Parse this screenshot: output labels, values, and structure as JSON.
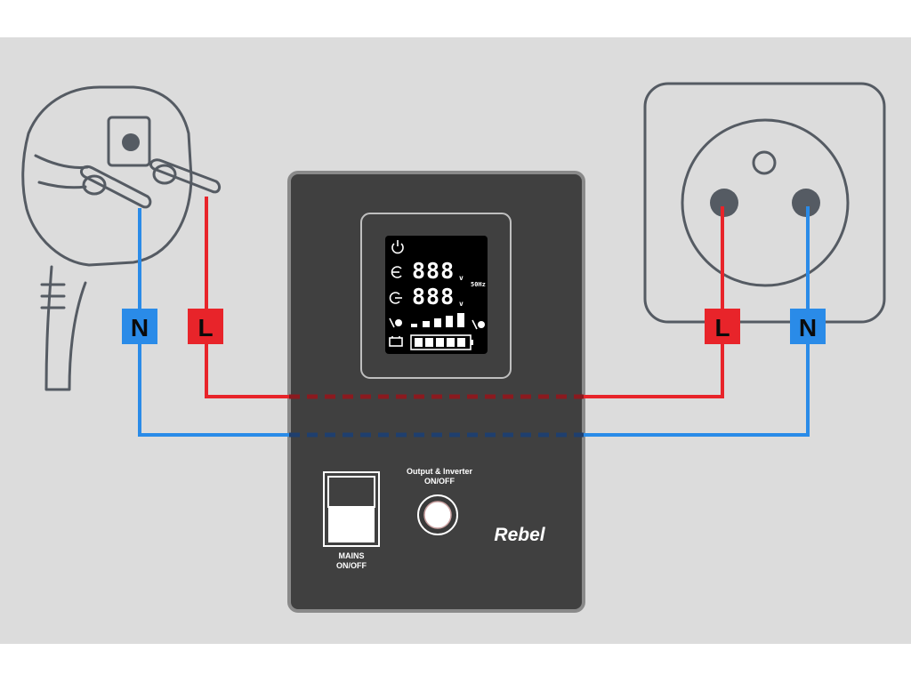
{
  "terminals": {
    "plug_neutral": "N",
    "plug_live": "L",
    "socket_live": "L",
    "socket_neutral": "N"
  },
  "lcd": {
    "input_digits": "888",
    "input_unit": "v",
    "output_digits": "888",
    "output_unit": "v",
    "frequency": "50Hz"
  },
  "panel": {
    "output_button_label_line1": "Output & Inverter",
    "output_button_label_line2": "ON/OFF",
    "mains_label_line1": "MAINS",
    "mains_label_line2": "ON/OFF",
    "brand": "Rebel"
  },
  "colors": {
    "background": "#dcdcdc",
    "live_wire": "#e8242a",
    "neutral_wire": "#2a8be8",
    "device_body": "#404040",
    "outline": "#555b63"
  }
}
